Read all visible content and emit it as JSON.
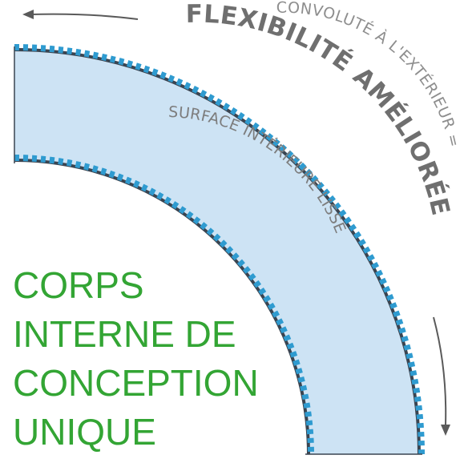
{
  "labels": {
    "outer_convolute": "CONVOLUTÉ À L'EXTÉRIEUR =",
    "flexibility": "FLEXIBILITÉ AMÉLIORÉE",
    "inner_surface": "SURFACE INTÉRIEURE LISSE"
  },
  "headline": {
    "lines": [
      "CORPS",
      "INTERNE DE",
      "CONCEPTION",
      "UNIQUE"
    ]
  },
  "colors": {
    "hose_fill": "#cde3f4",
    "convolute_blue": "#2f9bd0",
    "hose_outline": "#3a4450",
    "arrow": "#5a5a5a",
    "headline_green": "#33a534",
    "label_gray": "#8e8e8e"
  },
  "icons": {
    "top_arrow": "arrow-left-icon",
    "right_arrow": "arrow-down-icon"
  }
}
